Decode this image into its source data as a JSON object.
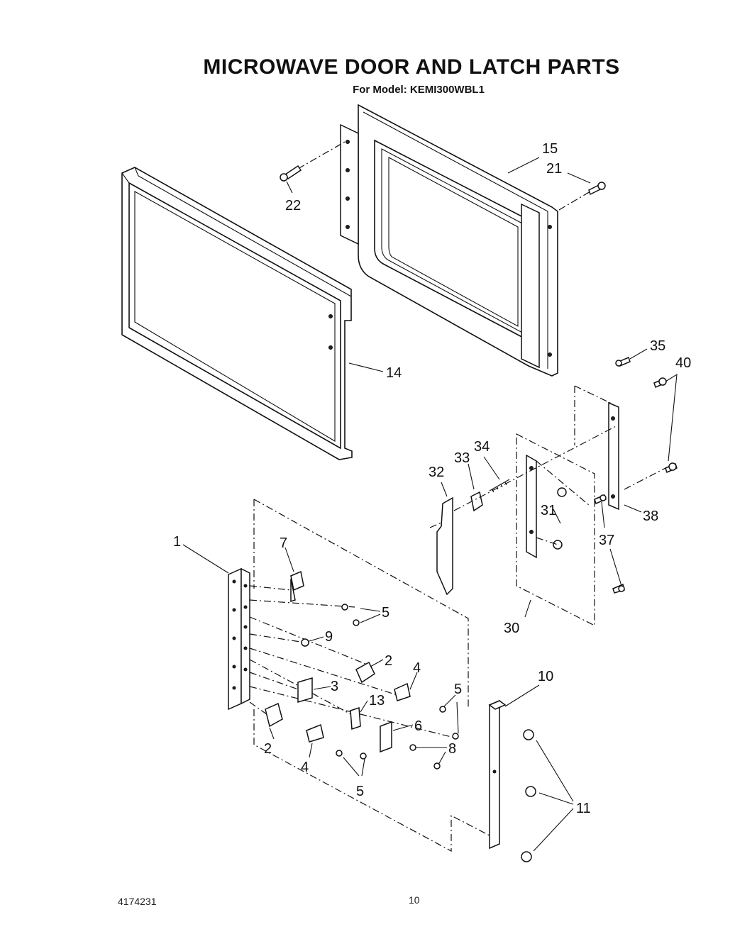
{
  "header": {
    "title": "MICROWAVE DOOR AND LATCH PARTS",
    "model": "For Model: KEMI300WBL1"
  },
  "footer": {
    "doc_number": "4174231",
    "page_number": "10"
  },
  "callouts": {
    "c1": "1",
    "c2a": "2",
    "c2b": "2",
    "c3": "3",
    "c4a": "4",
    "c4b": "4",
    "c5a": "5",
    "c5b": "5",
    "c5c": "5",
    "c6": "6",
    "c7": "7",
    "c8": "8",
    "c9": "9",
    "c10": "10",
    "c11": "11",
    "c13": "13",
    "c14": "14",
    "c15": "15",
    "c21": "21",
    "c22": "22",
    "c30": "30",
    "c31": "31",
    "c32": "32",
    "c33": "33",
    "c34": "34",
    "c35": "35",
    "c37": "37",
    "c38": "38",
    "c40": "40"
  }
}
